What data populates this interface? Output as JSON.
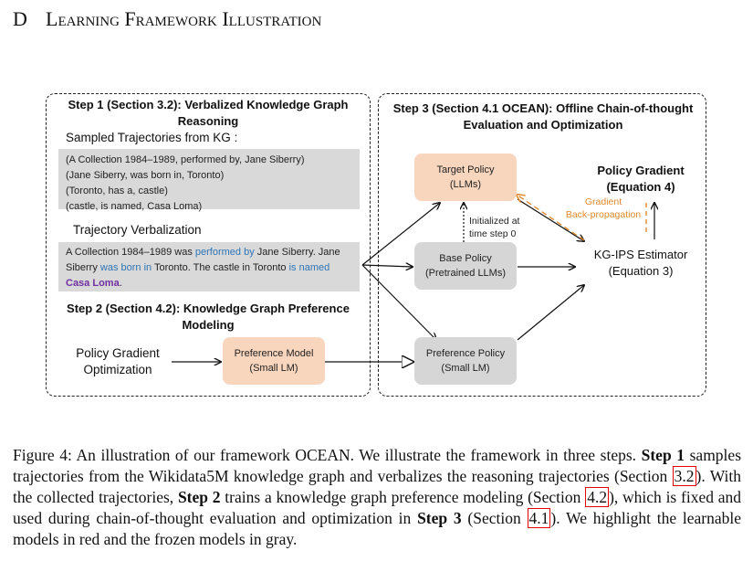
{
  "appendix": {
    "letter": "D",
    "title": "Learning Framework Illustration"
  },
  "step1": {
    "title_line1": "Step 1 (Section 3.2):  Verbalized Knowledge Graph",
    "title_line2": "Reasoning",
    "sampled_label": "Sampled Trajectories from KG :",
    "trajectory_lines": [
      "(A Collection 1984–1989, performed by, Jane Siberry)",
      "(Jane Siberry, was born in, Toronto)",
      "(Toronto, has a, castle)",
      "(castle, is named, Casa Loma)"
    ],
    "verbalization_label": "Trajectory Verbalization",
    "verbalized": {
      "part1": "A Collection 1984–1989 was ",
      "rel1": "performed by",
      "part2": " Jane Siberry. Jane",
      "part3": "Siberry ",
      "rel2": "was born in",
      "part4": " Toronto. The castle in Toronto ",
      "rel3": "is named",
      "entity": "Casa Loma",
      "end": "."
    }
  },
  "step2": {
    "title_line1": "Step 2 (Section 4.2): Knowledge Graph Preference",
    "title_line2": "Modeling",
    "pgo_line1": "Policy Gradient",
    "pgo_line2": "Optimization",
    "preference_model_line1": "Preference Model",
    "preference_model_line2": "(Small LM)"
  },
  "step3": {
    "title_line1": "Step 3 (Section 4.1 OCEAN): Offline Chain-of-thought",
    "title_line2": "Evaluation and Optimization",
    "target_policy_line1": "Target Policy",
    "target_policy_line2": "(LLMs)",
    "initialized_line1": "Initialized at",
    "initialized_line2": "time step 0",
    "base_policy_line1": "Base Policy",
    "base_policy_line2": "(Pretrained LLMs)",
    "preference_policy_line1": "Preference Policy",
    "preference_policy_line2": "(Small LM)",
    "policy_gradient_line1": "Policy Gradient",
    "policy_gradient_line2": "(Equation 4)",
    "gradient_line1": "Gradient",
    "gradient_line2": "Back-propagation",
    "estimator_line1": "KG-IPS Estimator",
    "estimator_line2": "(Equation 3)"
  },
  "caption": {
    "lead": "Figure 4:  An illustration of our framework OCEAN. We illustrate the framework in three steps.",
    "step1_bold": "Step 1",
    "s1": " samples trajectories from the Wikidata5M knowledge graph and verbalizes the reasoning trajectories (Section ",
    "ref1": "3.2",
    "s2": "). With the collected trajectories, ",
    "step2_bold": "Step 2",
    "s3": " trains a knowledge graph preference modeling (Section ",
    "ref2": "4.2",
    "s4": "), which is fixed and used during chain-of-thought evaluation and optimization in ",
    "step3_bold": "Step 3",
    "s5": " (Section ",
    "ref3": "4.1",
    "s6": "). We highlight the learnable models in red and the frozen models in gray."
  },
  "colors": {
    "learnable": "#f8d5bd",
    "frozen": "#d6d6d6",
    "text_highlight_blue": "#2e75b6",
    "text_highlight_purple": "#7030a0",
    "gradient_orange": "#e08a2e",
    "reference_box": "#e00000"
  }
}
